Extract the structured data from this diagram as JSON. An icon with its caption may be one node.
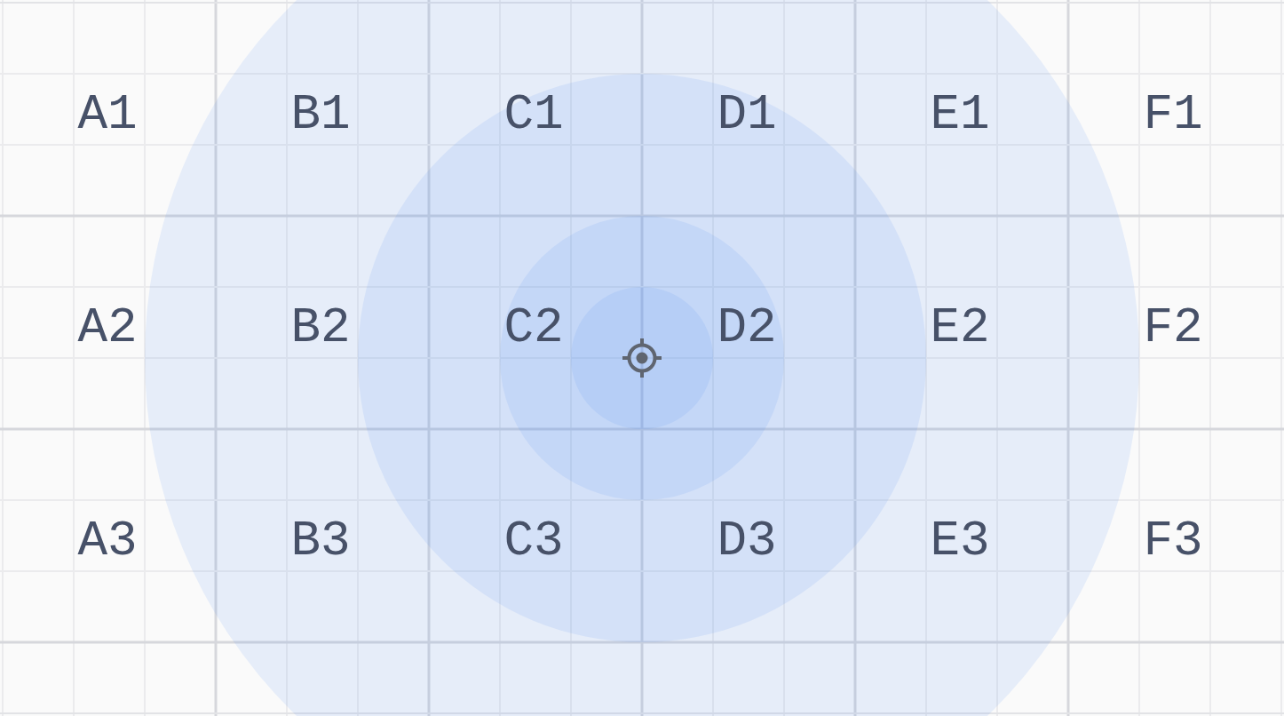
{
  "diagram": {
    "labels": [
      "A1",
      "B1",
      "C1",
      "D1",
      "E1",
      "F1",
      "A2",
      "B2",
      "C2",
      "D2",
      "E2",
      "F2",
      "A3",
      "B3",
      "C3",
      "D3",
      "E3",
      "F3"
    ]
  }
}
